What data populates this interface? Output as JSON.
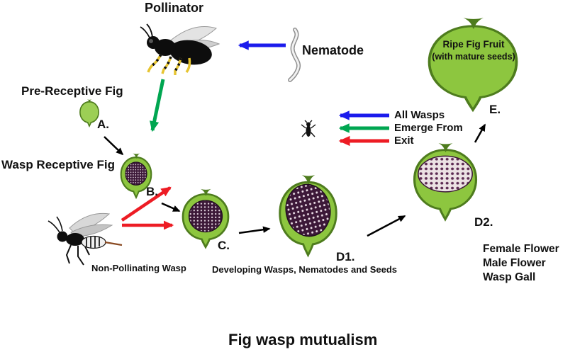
{
  "title": "Fig wasp mutualism",
  "labels": {
    "pollinator": "Pollinator",
    "nematode": "Nematode",
    "pre_receptive_fig": "Pre-Receptive Fig",
    "wasp_receptive_fig": "Wasp Receptive Fig",
    "non_pollinating_wasp": "Non-Pollinating Wasp",
    "developing_caption": "Developing Wasps, Nematodes and Seeds"
  },
  "stages": {
    "a": "A.",
    "b": "B.",
    "c": "C.",
    "d1": "D1.",
    "d2": "D2.",
    "e": "E."
  },
  "ripe_fig": {
    "line1": "Ripe Fig Fruit",
    "line2": "(with mature seeds)"
  },
  "exit_legend": {
    "all_wasps": "All Wasps",
    "emerge_from": "Emerge From",
    "exit": "Exit"
  },
  "flower_legend": {
    "line1": "Female Flower",
    "line2": "Male Flower",
    "line3": "Wasp Gall"
  },
  "colors": {
    "fig_green": "#8dc63f",
    "fig_outline": "#4e7c1e",
    "gall_purple": "#3c1838",
    "gall_dot_light": "#e7d9e3",
    "d2_core_cream": "#ece2e4",
    "arrow_blue": "#1b1bec",
    "arrow_green": "#00a651",
    "arrow_red": "#ed1c24",
    "arrow_black": "#000000",
    "wasp_leg_yellow": "#e6c430"
  }
}
